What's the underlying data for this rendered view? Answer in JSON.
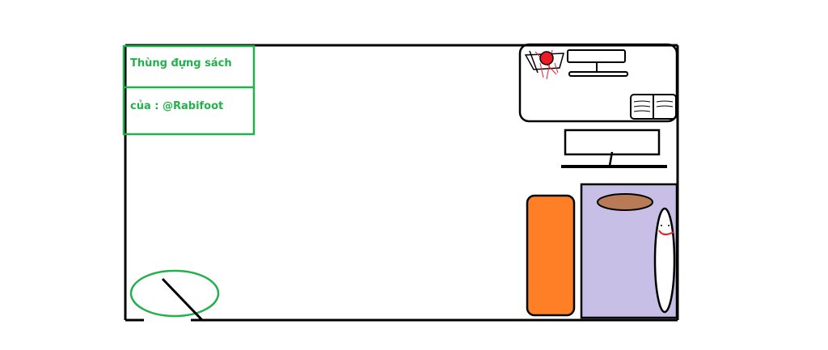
{
  "label_box": {
    "title": "Thùng đựng sách",
    "author": "của :  @Rabifoot"
  },
  "colors": {
    "outline": "#000000",
    "label_green": "#22b14c",
    "text_green": "#22b14c",
    "sofa_orange": "#ff7f27",
    "rug_lavender": "#c8bfe7",
    "table_brown": "#b97a57",
    "face_red": "#ed1c24",
    "background": "#ffffff"
  },
  "icons": {
    "bottom_left_shape": "ellipse-with-diagonal-line",
    "top_right_mark": "red-circle-scribble",
    "face": "smiley-face"
  }
}
